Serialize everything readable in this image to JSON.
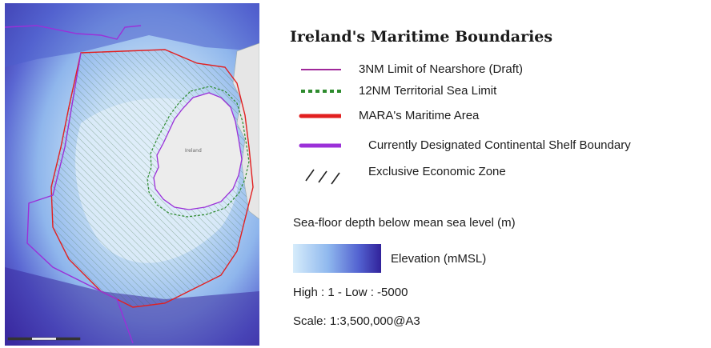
{
  "title": "Ireland's Maritime Boundaries",
  "colors": {
    "nearshore": "#a0289a",
    "territorial": "#2e8b2e",
    "maritime_area": "#e21f1f",
    "shelf_boundary": "#9b30d8",
    "eez_hatch": "#333333",
    "land": "#ececec",
    "shallow_sea": "#d4e8f7",
    "deep_sea": "#3a2aa0"
  },
  "legend": {
    "items": [
      {
        "id": "nearshore",
        "symbol": "line-purple-thin",
        "label": "3NM Limit of Nearshore (Draft)"
      },
      {
        "id": "territorial",
        "symbol": "line-green-dashed",
        "label": "12NM Territorial Sea Limit"
      },
      {
        "id": "maritime_area",
        "symbol": "line-red-thick",
        "label": "MARA's Maritime Area"
      },
      {
        "id": "shelf_boundary",
        "symbol": "line-violet-thick",
        "label": "Currently Designated Continental Shelf Boundary"
      },
      {
        "id": "eez",
        "symbol": "hatch",
        "label": "Exclusive Economic Zone"
      }
    ],
    "depth_heading": "Sea-floor depth below mean sea level (m)",
    "elevation_label": "Elevation (mMSL)",
    "range_label": "High : 1  -  Low : -5000",
    "scale_label": "Scale: 1:3,500,000@A3"
  }
}
